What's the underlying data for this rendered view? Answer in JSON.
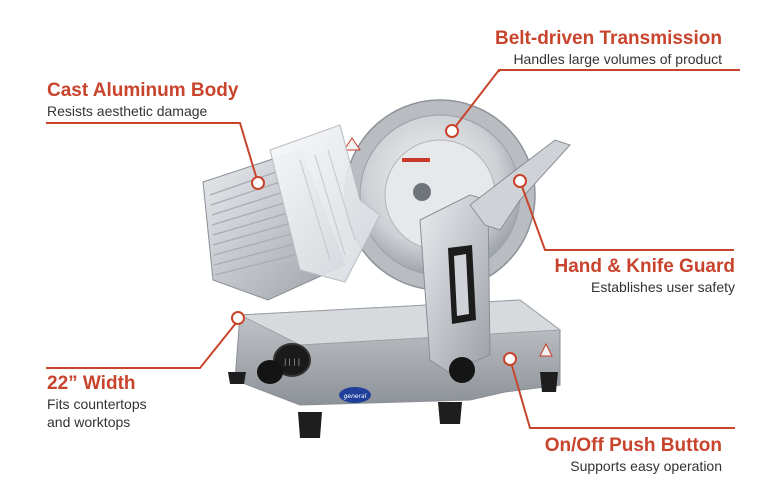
{
  "accent_color": "#c8442c",
  "callouts": {
    "belt": {
      "title": "Belt-driven Transmission",
      "subtitle": "Handles large volumes of product"
    },
    "body": {
      "title": "Cast Aluminum Body",
      "subtitle": "Resists aesthetic damage"
    },
    "guard": {
      "title": "Hand & Knife Guard",
      "subtitle": "Establishes user safety"
    },
    "width": {
      "title": "22” Width",
      "subtitle_line1": "Fits countertops",
      "subtitle_line2": "and worktops"
    },
    "button": {
      "title": "On/Off Push Button",
      "subtitle": "Supports easy operation"
    }
  },
  "product": {
    "image": "meat-slicer",
    "badge_text": "general"
  }
}
